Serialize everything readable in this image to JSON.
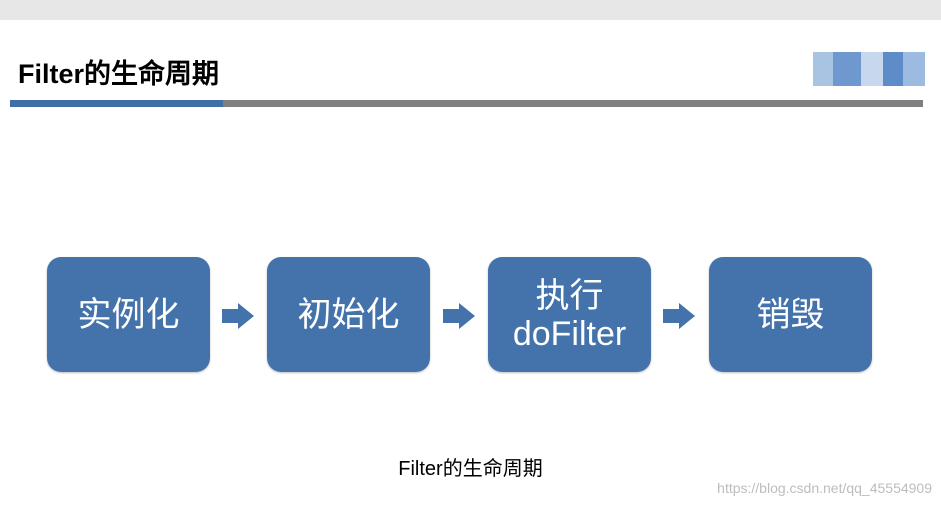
{
  "slide": {
    "title": "Filter的生命周期",
    "caption": "Filter的生命周期",
    "watermark": "https://blog.csdn.net/qq_45554909"
  },
  "flow": {
    "steps": [
      {
        "label": "实例化"
      },
      {
        "label": "初始化"
      },
      {
        "label": "执行\ndoFilter"
      },
      {
        "label": "销毁"
      }
    ],
    "arrow_icon": "right-arrow-icon"
  },
  "colors": {
    "step_fill": "#4473ac",
    "accent_rule": "#3f6ea8",
    "main_rule": "#7f7f7f",
    "arrow_fill": "#4473ac",
    "top_strip": "#e7e7e7"
  }
}
